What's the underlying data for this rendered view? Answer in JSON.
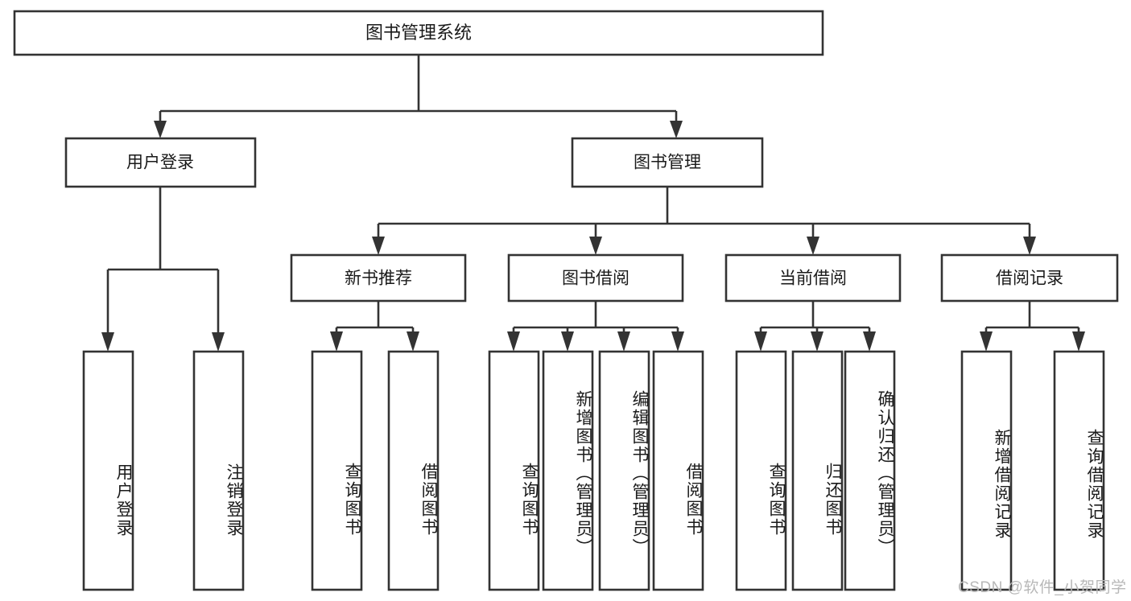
{
  "diagram": {
    "type": "tree-hierarchy",
    "title": "图书管理系统",
    "orientation": "top-down",
    "watermark": "CSDN @软件_小贺同学",
    "colors": {
      "box_stroke": "#333333",
      "box_fill": "#ffffff",
      "connector": "#333333",
      "text": "#1a1a1a",
      "background": "#ffffff",
      "watermark": "#b8b8b8"
    },
    "levels": {
      "root": {
        "label": "图书管理系统"
      },
      "level2": [
        {
          "id": "user-login",
          "label": "用户登录"
        },
        {
          "id": "book-management",
          "label": "图书管理"
        }
      ],
      "level3": [
        {
          "id": "new-book-recommend",
          "label": "新书推荐",
          "parent": "book-management"
        },
        {
          "id": "book-borrow",
          "label": "图书借阅",
          "parent": "book-management"
        },
        {
          "id": "current-borrow",
          "label": "当前借阅",
          "parent": "book-management"
        },
        {
          "id": "borrow-record",
          "label": "借阅记录",
          "parent": "book-management"
        }
      ],
      "leaves": [
        {
          "id": "leaf-user-login",
          "label": "用户登录",
          "parent": "user-login"
        },
        {
          "id": "leaf-logout",
          "label": "注销登录",
          "parent": "user-login"
        },
        {
          "id": "leaf-query-book-1",
          "label": "查询图书",
          "parent": "new-book-recommend"
        },
        {
          "id": "leaf-borrow-book-1",
          "label": "借阅图书",
          "parent": "new-book-recommend"
        },
        {
          "id": "leaf-query-book-2",
          "label": "查询图书",
          "parent": "book-borrow"
        },
        {
          "id": "leaf-add-book",
          "label": "新增图书（管理员）",
          "parent": "book-borrow"
        },
        {
          "id": "leaf-edit-book",
          "label": "编辑图书（管理员）",
          "parent": "book-borrow"
        },
        {
          "id": "leaf-borrow-book-2",
          "label": "借阅图书",
          "parent": "book-borrow"
        },
        {
          "id": "leaf-query-book-3",
          "label": "查询图书",
          "parent": "current-borrow"
        },
        {
          "id": "leaf-return-book",
          "label": "归还图书",
          "parent": "current-borrow"
        },
        {
          "id": "leaf-confirm-return",
          "label": "确认归还（管理员）",
          "parent": "current-borrow"
        },
        {
          "id": "leaf-add-record",
          "label": "新增借阅记录",
          "parent": "borrow-record"
        },
        {
          "id": "leaf-query-record",
          "label": "查询借阅记录",
          "parent": "borrow-record"
        }
      ]
    }
  }
}
